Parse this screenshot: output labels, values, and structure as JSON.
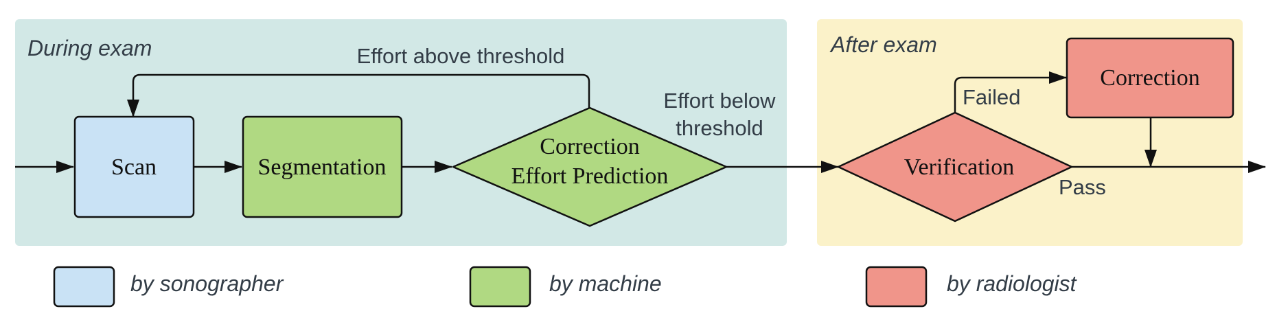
{
  "colors": {
    "during_bg": "#d2e8e6",
    "after_bg": "#fbf2c9",
    "sonographer": "#c9e2f5",
    "machine": "#b0d982",
    "radiologist": "#f0958a"
  },
  "regions": {
    "during": "During exam",
    "after": "After exam"
  },
  "nodes": {
    "scan": "Scan",
    "segmentation": "Segmentation",
    "prediction_line1": "Correction",
    "prediction_line2": "Effort Prediction",
    "verification": "Verification",
    "correction": "Correction"
  },
  "edges": {
    "above": "Effort above threshold",
    "below_line1": "Effort below",
    "below_line2": "threshold",
    "failed": "Failed",
    "pass": "Pass"
  },
  "legend": {
    "sonographer": "by sonographer",
    "machine": "by machine",
    "radiologist": "by radiologist"
  }
}
